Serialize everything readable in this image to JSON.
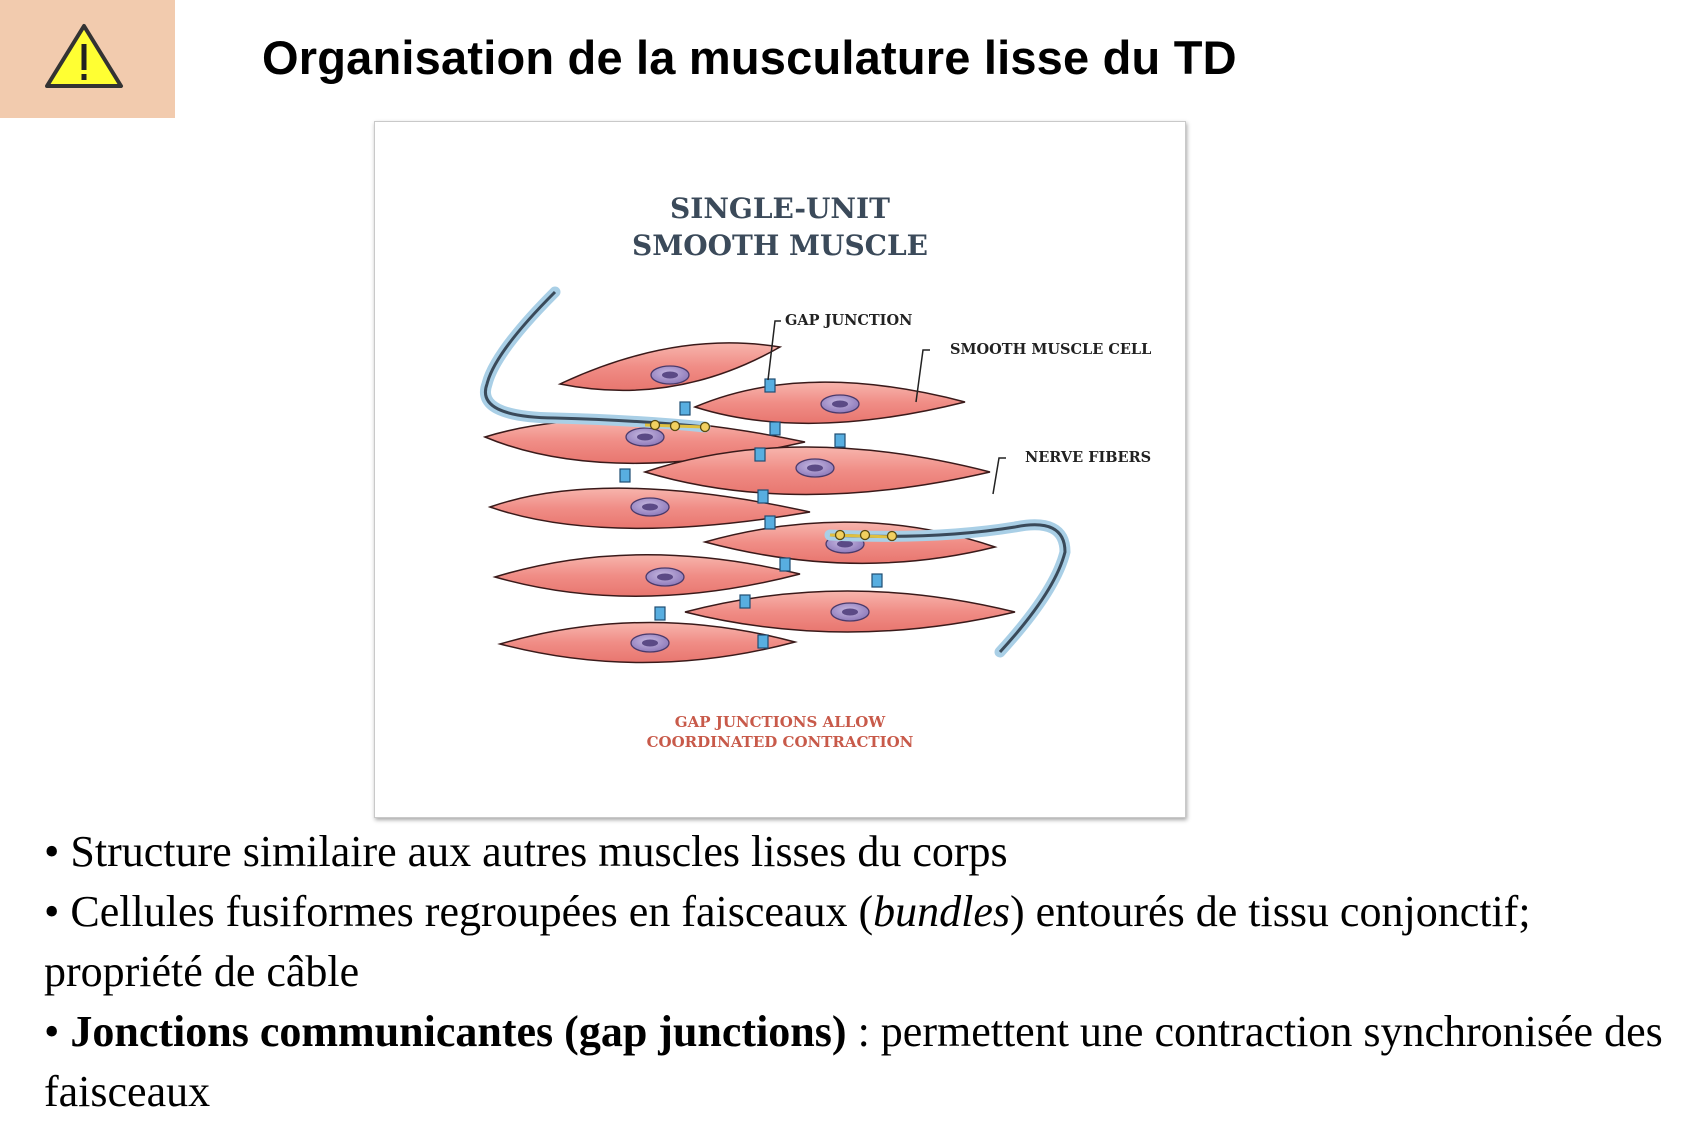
{
  "slide": {
    "title": "Organisation de la musculature lisse du TD",
    "warning_icon": "warning-triangle-icon"
  },
  "figure": {
    "title_line1": "SINGLE-UNIT",
    "title_line2": "SMOOTH MUSCLE",
    "label_gap_junction": "GAP JUNCTION",
    "label_smooth_muscle_cell": "SMOOTH MUSCLE CELL",
    "label_nerve_fibers": "NERVE FIBERS",
    "caption_line1": "GAP JUNCTIONS ALLOW",
    "caption_line2": "COORDINATED CONTRACTION",
    "colors": {
      "cell_fill": "#f08d86",
      "cell_stroke": "#3a1a1a",
      "nucleus": "#9a86c2",
      "gap_junction": "#58aee0",
      "nerve": "#a9cfe6",
      "caption": "#c85a4a",
      "title": "#3b4a5a"
    }
  },
  "bullets": [
    {
      "prefix": "• ",
      "text": "Structure similaire aux autres muscles lisses du corps"
    },
    {
      "prefix": "• ",
      "before": "Cellules fusiformes regroupées en faisceaux (",
      "italic": "bundles",
      "after": ") entourés de tissu conjonctif; propriété de câble"
    },
    {
      "prefix": "• ",
      "bold": "Jonctions communicantes (gap junctions)",
      "after": " : permettent une contraction synchronisée des faisceaux"
    }
  ]
}
